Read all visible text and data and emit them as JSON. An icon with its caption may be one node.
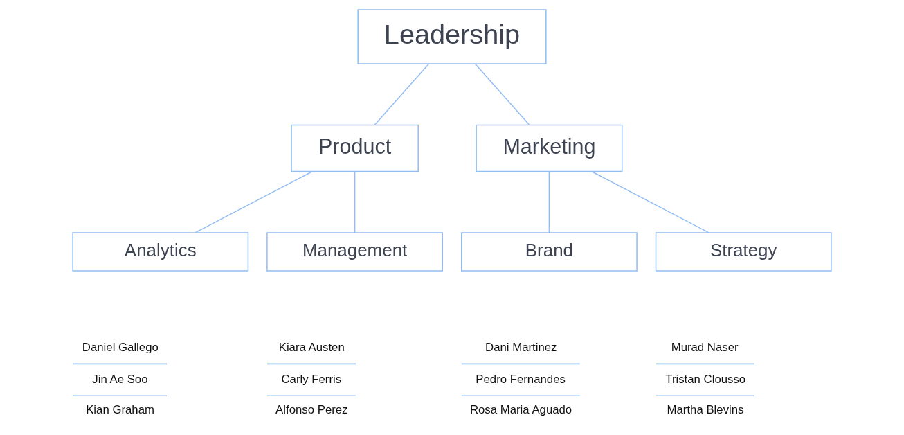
{
  "diagram": {
    "nodes": [
      {
        "text": [
          "Leadership"
        ]
      },
      {
        "text": [
          "Product"
        ]
      },
      {
        "text": [
          "Marketing"
        ]
      },
      {
        "text": [
          "Analytics"
        ],
        "beside": [
          "Daniel Gallego",
          "Jin Ae Soo",
          "Kian Graham"
        ]
      },
      {
        "text": [
          "Management"
        ],
        "beside": [
          "Kiara Austen",
          "Carly Ferris",
          "Alfonso Perez"
        ]
      },
      {
        "text": [
          "Brand"
        ],
        "beside": [
          "Dani Martinez",
          "Pedro Fernandes",
          "Rosa Maria Aguado"
        ]
      },
      {
        "text": [
          "Strategy"
        ],
        "beside": [
          "Murad Naser",
          "Tristan Clousso",
          "Martha Blevins"
        ]
      }
    ],
    "edges": [
      {
        "from": 0,
        "to": 1,
        "arrow": "none"
      },
      {
        "from": 0,
        "to": 2,
        "arrow": "none"
      },
      {
        "from": 1,
        "to": 3,
        "arrow": "none"
      },
      {
        "from": 1,
        "to": 4,
        "arrow": "none"
      },
      {
        "from": 2,
        "to": 5,
        "arrow": "none"
      },
      {
        "from": 2,
        "to": 6,
        "arrow": "none"
      }
    ]
  }
}
